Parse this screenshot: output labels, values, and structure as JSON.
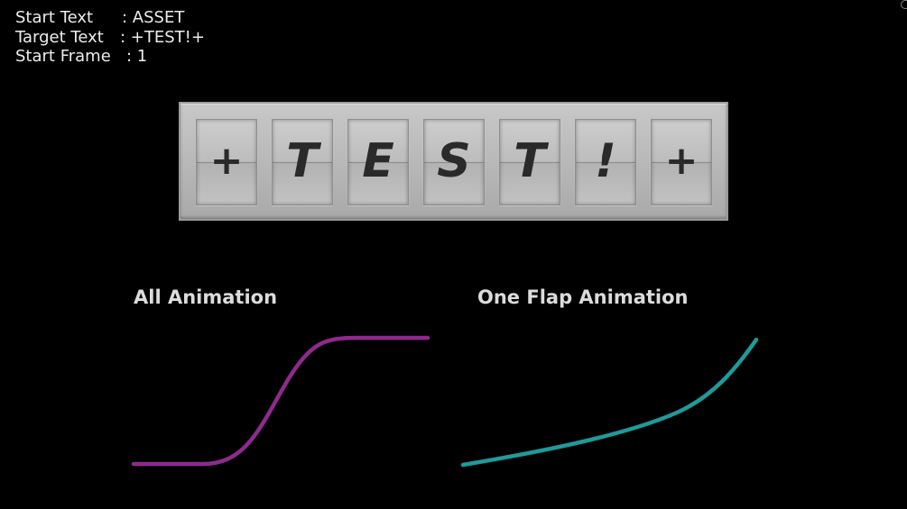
{
  "info": {
    "rows": [
      {
        "label": "Start Text",
        "value": ":  ASSET"
      },
      {
        "label": "Target Text",
        "value": ": +TEST!+"
      },
      {
        "label": "Start Frame",
        "value": ": 1"
      }
    ]
  },
  "board": {
    "flaps": [
      "+",
      "T",
      "E",
      "S",
      "T",
      "!",
      "+"
    ]
  },
  "curves": {
    "all": {
      "title": "All Animation",
      "color": "#8e2a8e"
    },
    "one_flap": {
      "title": "One Flap Animation",
      "color": "#1f9a9a"
    }
  }
}
